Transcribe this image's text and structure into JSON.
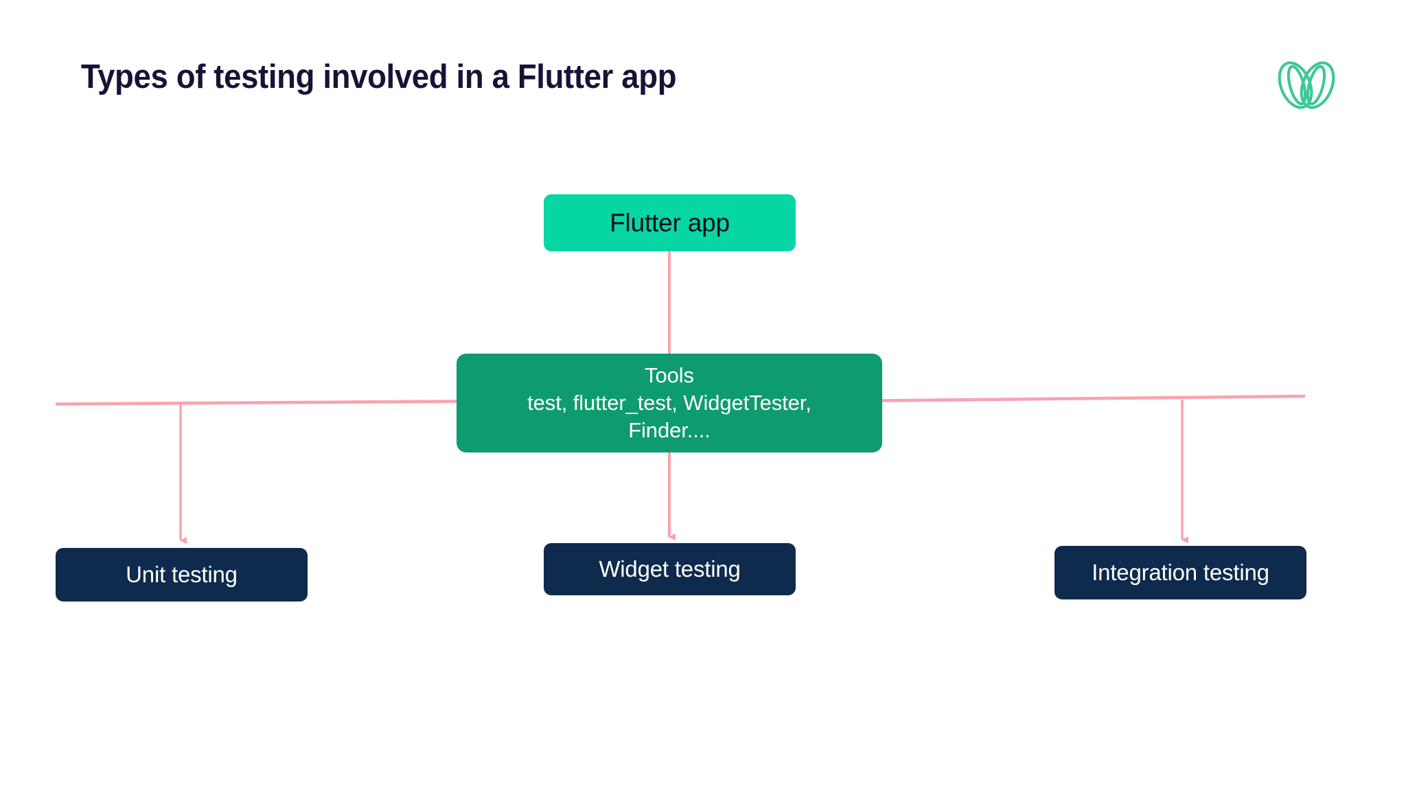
{
  "header": {
    "title": "Types of testing involved in a Flutter app",
    "logo_name": "interlocking-loops-logo",
    "logo_color": "#3FC79A"
  },
  "diagram": {
    "type": "flowchart",
    "connector_color": "#F8A3AE",
    "nodes": [
      {
        "id": "root",
        "label": "Flutter app",
        "fill": "#06D6A4",
        "text_color": "#0B0B19"
      },
      {
        "id": "tools",
        "label_line1": "Tools",
        "label_line2": "test, flutter_test, WidgetTester,",
        "label_line3": "Finder....",
        "fill": "#0F9B70",
        "text_color": "#FFFFFF"
      },
      {
        "id": "unit",
        "label": "Unit testing",
        "fill": "#0E2A4D",
        "text_color": "#FFFFFF"
      },
      {
        "id": "widget",
        "label": "Widget testing",
        "fill": "#0E2A4D",
        "text_color": "#FFFFFF"
      },
      {
        "id": "integration",
        "label": "Integration testing",
        "fill": "#0E2A4D",
        "text_color": "#FFFFFF"
      }
    ],
    "edges": [
      {
        "from": "root",
        "to": "tools",
        "arrowhead": false
      },
      {
        "from": "tools",
        "to": "unit",
        "arrowhead": true
      },
      {
        "from": "tools",
        "to": "widget",
        "arrowhead": true
      },
      {
        "from": "tools",
        "to": "integration",
        "arrowhead": true
      }
    ]
  }
}
